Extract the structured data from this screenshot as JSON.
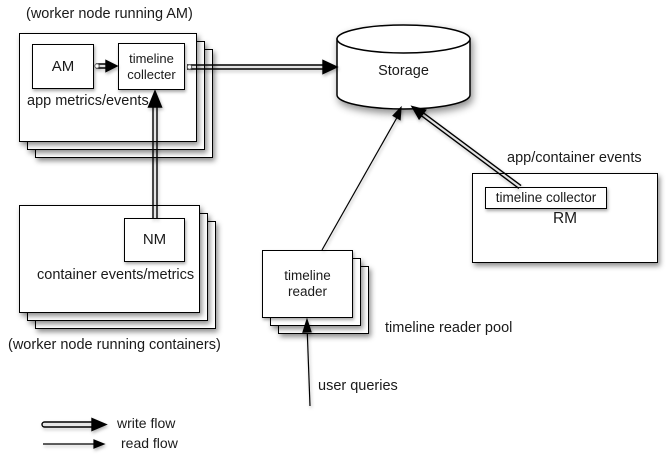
{
  "worker_am": {
    "title": "(worker node running AM)",
    "am_label": "AM",
    "collector_label": "timeline collecter",
    "caption": "app metrics/events"
  },
  "worker_containers": {
    "title": "(worker node running containers)",
    "nm_label": "NM",
    "caption": "container events/metrics"
  },
  "storage": {
    "label": "Storage"
  },
  "rm": {
    "caption": "app/container events",
    "collector_label": "timeline collector",
    "label": "RM"
  },
  "reader": {
    "box_label": "timeline reader",
    "pool_caption": "timeline reader pool",
    "queries_caption": "user queries"
  },
  "legend": {
    "write_label": "write flow",
    "read_label": "read flow"
  },
  "colors": {
    "ink": "#000000",
    "paper": "#ffffff"
  }
}
